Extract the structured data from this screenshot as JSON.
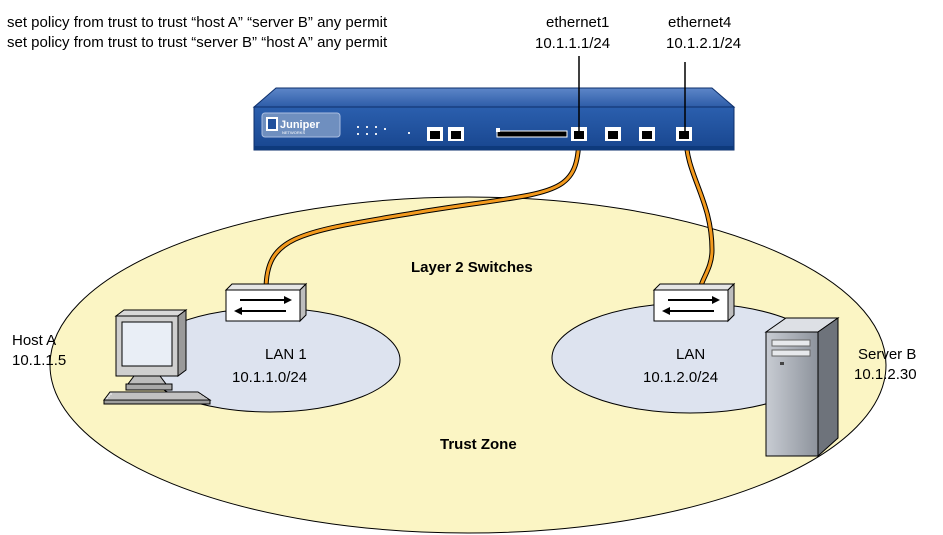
{
  "policies": [
    "set policy from trust to trust “host A” “server B” any permit",
    "set policy from trust to trust “server B” “host A” any permit"
  ],
  "interfaces": [
    {
      "name": "ethernet1",
      "ip": "10.1.1.1/24"
    },
    {
      "name": "ethernet4",
      "ip": "10.1.2.1/24"
    }
  ],
  "device": {
    "brand": "Juniper",
    "brand_sub": "NETWORKS"
  },
  "switches_label": "Layer 2 Switches",
  "zone_label": "Trust Zone",
  "lans": [
    {
      "name": "LAN 1",
      "subnet": "10.1.1.0/24"
    },
    {
      "name": "LAN",
      "subnet": "10.1.2.0/24"
    }
  ],
  "hosts": [
    {
      "name": "Host A",
      "ip": "10.1.1.5"
    },
    {
      "name": "Server B",
      "ip": "10.1.2.30"
    }
  ],
  "colors": {
    "zone_fill": "#fbf5c4",
    "lan_fill": "#dde3ef",
    "cable": "#f39a1e",
    "device_blue": "#1f4f9c"
  }
}
